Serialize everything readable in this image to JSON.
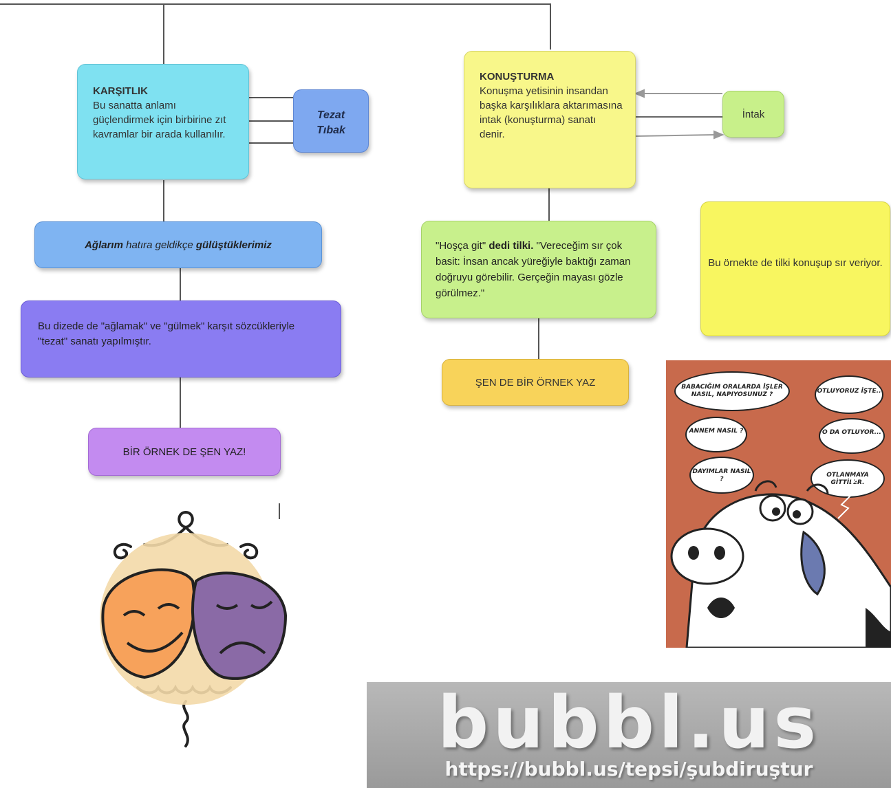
{
  "karsitlik": {
    "title": "KARŞITLIK",
    "text": "Bu sanatta anlamı güçlendirmek için birbirine zıt kavramlar bir arada kullanılır."
  },
  "tezat": {
    "line1": "Tezat",
    "line2": "Tıbak"
  },
  "ornek1": {
    "part1": "Ağlarım",
    "part2": "hatıra geldikçe",
    "part3": "gülüştüklerimiz"
  },
  "aciklama1": {
    "text": "Bu dizede de \"ağlamak\" ve \"gülmek\" karşıt sözcükleriyle \"tezat\" sanatı yapılmıştır."
  },
  "yaz1": {
    "text": "BİR ÖRNEK DE ŞEN YAZ!"
  },
  "konusturma": {
    "title": "KONUŞTURMA",
    "text": "Konuşma yetisinin insandan başka karşılıklara aktarımasına intak (konuşturma) sanatı denir."
  },
  "intak": {
    "text": "İntak"
  },
  "tilki": {
    "q1": "\"Hoşça git\"",
    "dedi": "dedi tilki.",
    "rest": "\"Vereceğim sır çok basit: İnsan ancak yüreğiyle baktığı zaman doğruyu görebilir. Gerçeğin mayası gözle görülmez.\""
  },
  "not": {
    "text": "Bu örnekte de tilki konuşup sır veriyor."
  },
  "yaz2": {
    "text": "ŞEN DE BİR ÖRNEK YAZ"
  },
  "cartoon": {
    "b1": "BABACIĞIM ORALARDA İŞLER NASIL, NAPIYOSUNUZ ?",
    "b2": "OTLUYORUZ İŞTE..",
    "b3": "ANNEM NASIL ?",
    "b4": "O DA OTLUYOR...",
    "b5": "DAYIMLAR NASIL ?",
    "b6": "OTLANMAYA GİTTİLER."
  },
  "watermark": {
    "logo": "bubbl.us",
    "url": "https://bubbl.us/tepsi/şubdiruştur"
  }
}
